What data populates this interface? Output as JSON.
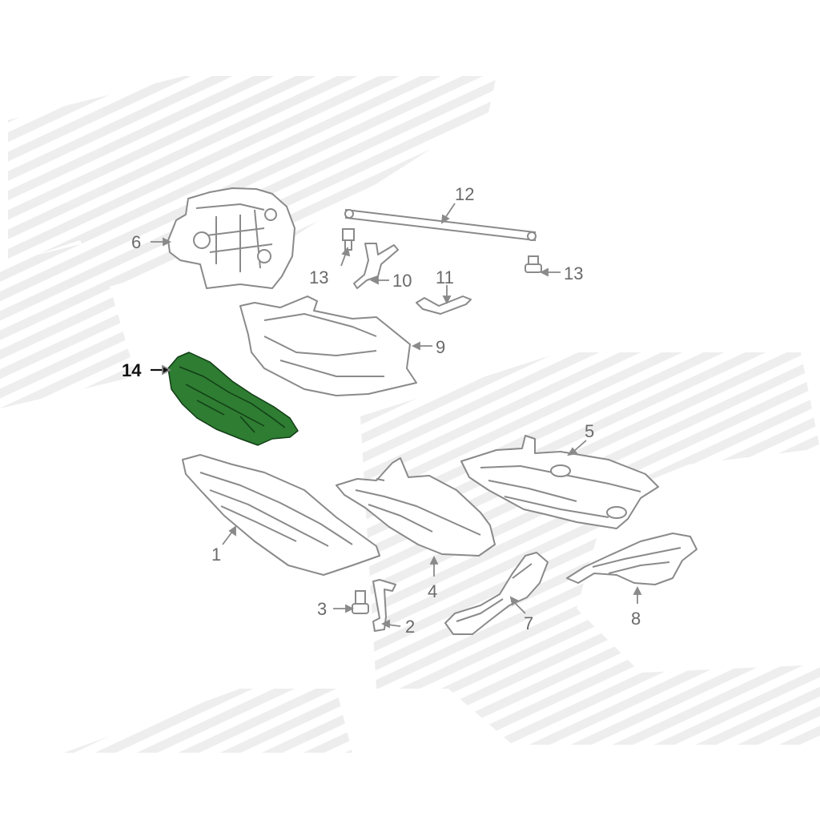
{
  "diagram": {
    "highlight_color": "#2e7d32",
    "line_color": "#8a8a8a",
    "watermark_color": "#e6e6e6",
    "callouts": [
      {
        "key": "c1",
        "text": "1"
      },
      {
        "key": "c2",
        "text": "2"
      },
      {
        "key": "c3",
        "text": "3"
      },
      {
        "key": "c4",
        "text": "4"
      },
      {
        "key": "c5",
        "text": "5"
      },
      {
        "key": "c6",
        "text": "6"
      },
      {
        "key": "c7",
        "text": "7"
      },
      {
        "key": "c8",
        "text": "8"
      },
      {
        "key": "c9",
        "text": "9"
      },
      {
        "key": "c10",
        "text": "10"
      },
      {
        "key": "c11",
        "text": "11"
      },
      {
        "key": "c12",
        "text": "12"
      },
      {
        "key": "c13a",
        "text": "13"
      },
      {
        "key": "c13b",
        "text": "13"
      },
      {
        "key": "c14",
        "text": "14",
        "highlighted": true
      }
    ]
  }
}
